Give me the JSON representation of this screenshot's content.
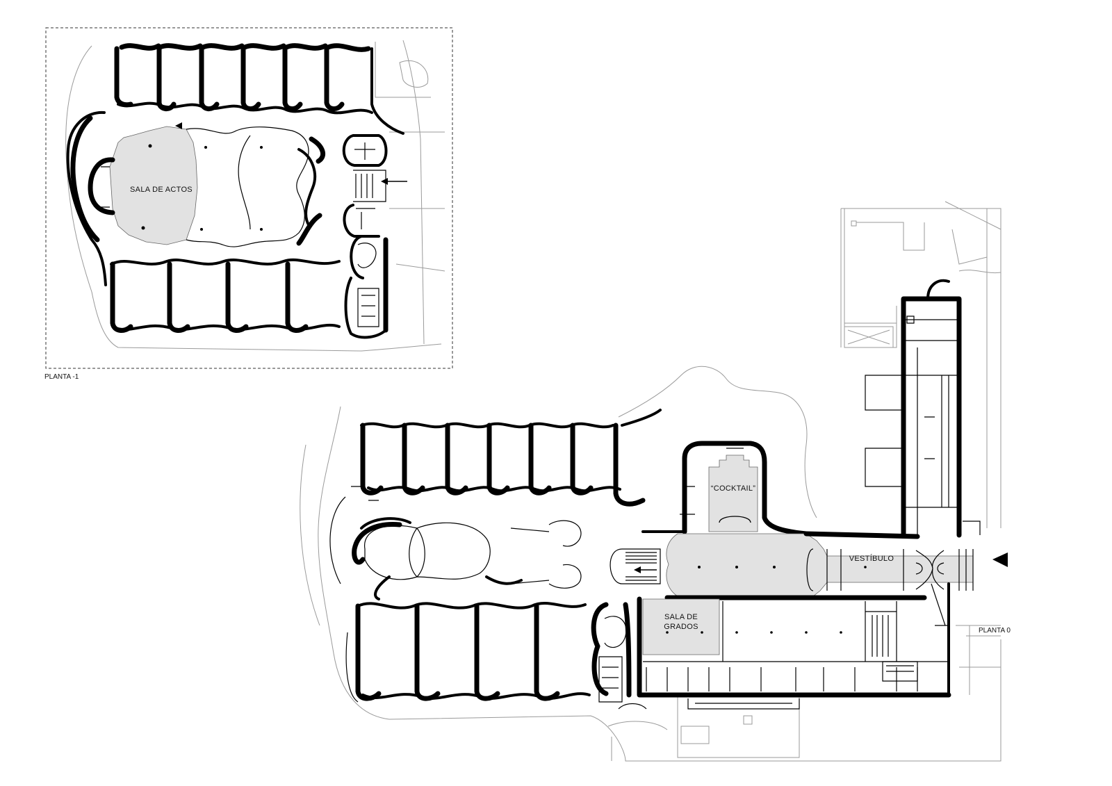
{
  "plans": {
    "lower": {
      "label": "PLANTA -1",
      "room_label": "SALA DE ACTOS"
    },
    "ground": {
      "label": "PLANTA 0",
      "rooms": {
        "cocktail": "“COCKTAIL”",
        "vestibulo": "VESTÍBULO",
        "sala_grados_line1": "SALA DE",
        "sala_grados_line2": "GRADOS"
      }
    }
  },
  "colors": {
    "highlight_fill": "#e2e2e2",
    "wall": "#000000",
    "context_line": "#9a9a9a"
  },
  "icons": {
    "entrance": "entrance-triangle-icon",
    "flow": "direction-arrow-icon"
  }
}
